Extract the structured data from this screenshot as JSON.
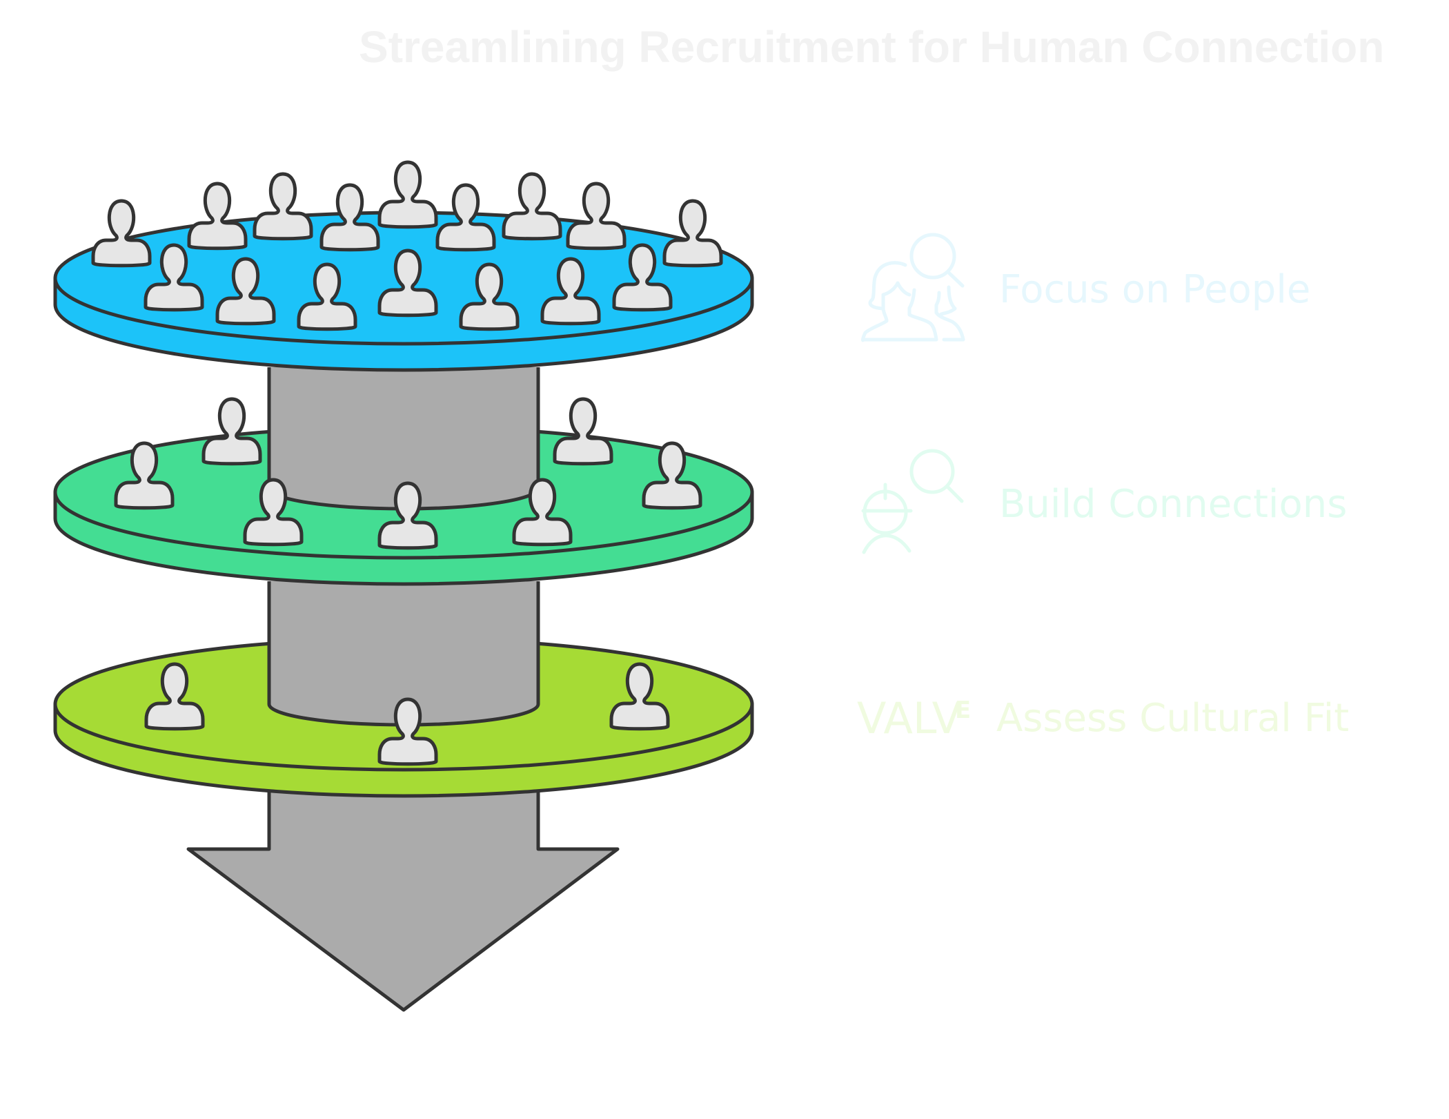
{
  "title": "Streamlining Recruitment for Human Connection",
  "colors": {
    "title": "#f2f2f2",
    "stroke": "#333333",
    "person_fill": "#e6e6e6",
    "cylinder_fill": "#ababab"
  },
  "levels": [
    {
      "id": "focus-on-people",
      "label": "Focus on People",
      "icon": "people-search-icon",
      "disk_color": "#1cc3f9",
      "label_color": "#e6f7fd",
      "people_count": 16
    },
    {
      "id": "build-connections",
      "label": "Build Connections",
      "icon": "worker-search-icon",
      "disk_color": "#44dd93",
      "label_color": "#e1fcf0",
      "people_count": 7
    },
    {
      "id": "assess-cultural-fit",
      "label": "Assess Cultural Fit",
      "icon": "values-icon",
      "icon_text": "VALV",
      "icon_sup": "E",
      "disk_color": "#a6db35",
      "label_color": "#f0fbe0",
      "people_count": 3
    }
  ],
  "flow_direction": "down"
}
